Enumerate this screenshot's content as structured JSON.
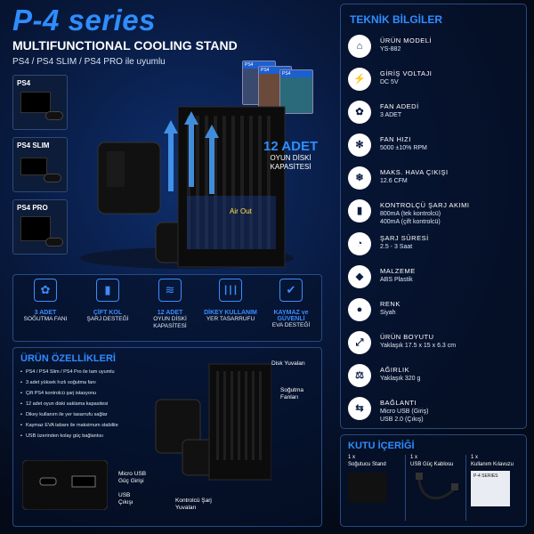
{
  "header": {
    "title": "P-4 series",
    "subtitle": "MULTIFUNCTIONAL COOLING STAND",
    "compat": "PS4 / PS4 SLIM / PS4 PRO ile uyumlu"
  },
  "consoles": [
    "PS4",
    "PS4 SLIM",
    "PS4 PRO"
  ],
  "games": {
    "count": "12 ADET",
    "line1": "OYUN DİSKİ",
    "line2": "KAPASİTESİ",
    "box_label": "PS4"
  },
  "airout": "Air Out",
  "features": [
    {
      "icon": "fan-icon",
      "glyph": "✿",
      "t1": "3 ADET",
      "t2a": "SOĞUTMA FANI",
      "t2b": ""
    },
    {
      "icon": "battery-icon",
      "glyph": "▮",
      "t1": "ÇİFT KOL",
      "t2a": "ŞARJ DESTEĞİ",
      "t2b": ""
    },
    {
      "icon": "disc-stack-icon",
      "glyph": "≋",
      "t1": "12 ADET",
      "t2a": "OYUN DİSKİ",
      "t2b": "KAPASİTESİ"
    },
    {
      "icon": "vertical-stand-icon",
      "glyph": "┃┃┃",
      "t1": "DİKEY KULLANIM",
      "t2a": "YER TASARRUFU",
      "t2b": ""
    },
    {
      "icon": "shield-check-icon",
      "glyph": "✔",
      "t1": "KAYMAZ ve GÜVENLİ",
      "t2a": "EVA DESTEĞİ",
      "t2b": ""
    }
  ],
  "urun_ozellikleri": {
    "title": "ÜRÜN ÖZELLİKLERİ",
    "bullets": [
      "PS4 / PS4 Slim / PS4 Pro ile tam uyumlu",
      "3 adet yüksek hızlı soğutma fanı",
      "Çift PS4 kontrolcü şarj istasyonu",
      "12 adet oyun diski saklama kapasitesi",
      "Dikey kullanım ile yer tasarrufu sağlar",
      "Kaymaz EVA tabanı ile maksimum stabilite",
      "USB üzerinden kolay güç bağlantısı"
    ],
    "callouts": {
      "disk": "Disk Yuvaları",
      "fan1": "Soğutma",
      "fan2": "Fanları",
      "micro1": "Micro USB",
      "micro2": "Güç Girişi",
      "usb1": "USB",
      "usb2": "Çıkışı",
      "ctrl1": "Kontrolcü Şarj",
      "ctrl2": "Yuvaları"
    }
  },
  "teknik": {
    "title": "TEKNİK BİLGİLER",
    "specs": [
      {
        "icon": "home-icon",
        "glyph": "⌂",
        "label": "ÜRÜN MODELİ",
        "values": [
          "YS-882"
        ]
      },
      {
        "icon": "lightning-icon",
        "glyph": "⚡",
        "label": "GİRİŞ VOLTAJI",
        "values": [
          "DC 5V"
        ]
      },
      {
        "icon": "fan-icon",
        "glyph": "✿",
        "label": "FAN ADEDİ",
        "values": [
          "3 ADET"
        ]
      },
      {
        "icon": "fan-speed-icon",
        "glyph": "✻",
        "label": "FAN HIZI",
        "values": [
          "5000 ±10% RPM"
        ]
      },
      {
        "icon": "airflow-icon",
        "glyph": "❄",
        "label": "MAKS. HAVA ÇIKIŞI",
        "values": [
          "12.6 CFM"
        ]
      },
      {
        "icon": "battery-icon",
        "glyph": "▮",
        "label": "KONTROLÇÜ ŞARJ AKIMI",
        "values": [
          "800mA (tek kontrolcü)",
          "400mA (çift kontrolcü)"
        ]
      },
      {
        "icon": "charge-time-icon",
        "glyph": "◔",
        "label": "ŞARJ SÜRESİ",
        "values": [
          "2.5 - 3 Saat"
        ]
      },
      {
        "icon": "material-icon",
        "glyph": "◆",
        "label": "MALZEME",
        "values": [
          "ABS Plastik"
        ]
      },
      {
        "icon": "color-drop-icon",
        "glyph": "●",
        "label": "RENK",
        "values": [
          "Siyah"
        ]
      },
      {
        "icon": "size-icon",
        "glyph": "⤢",
        "label": "ÜRÜN BOYUTU",
        "values": [
          "Yaklaşık 17.5 x 15 x 6.3 cm"
        ]
      },
      {
        "icon": "weight-icon",
        "glyph": "⚖",
        "label": "AĞIRLIK",
        "values": [
          "Yaklaşık 320 g"
        ]
      },
      {
        "icon": "usb-icon",
        "glyph": "⇆",
        "label": "BAĞLANTI",
        "values": [
          "Micro USB (Giriş)",
          "USB 2.0 (Çıkış)"
        ]
      }
    ]
  },
  "kutu": {
    "title": "KUTU İÇERİĞİ",
    "items": [
      {
        "qty": "1 x",
        "name": "Soğutucu Stand"
      },
      {
        "qty": "1 x",
        "name": "USB Güç Kablosu"
      },
      {
        "qty": "1 x",
        "name": "Kullanım Kılavuzu"
      }
    ],
    "manual_text": "P-4 SERIES"
  }
}
